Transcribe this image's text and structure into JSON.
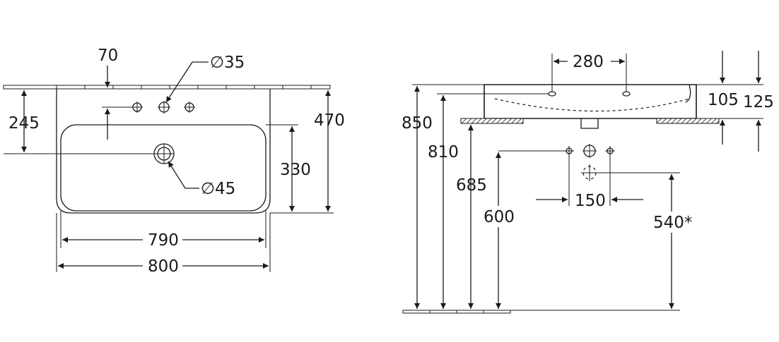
{
  "top_view": {
    "dims": {
      "d70": "70",
      "dia35": "∅35",
      "d245": "245",
      "d470": "470",
      "d330": "330",
      "dia45": "∅45",
      "d790": "790",
      "d800": "800"
    }
  },
  "side_view": {
    "dims": {
      "d280": "280",
      "d105": "105",
      "d125": "125",
      "d850": "850",
      "d810": "810",
      "d685": "685",
      "d600": "600",
      "d150": "150",
      "d540": "540*"
    }
  },
  "colors": {
    "line": "#1a1a1a",
    "background": "#ffffff"
  }
}
